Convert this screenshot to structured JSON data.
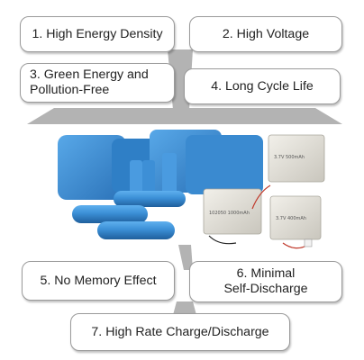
{
  "features": {
    "f1": "1. High Energy Density",
    "f2": "2. High Voltage",
    "f3": {
      "line1": "3. Green Energy and",
      "line2": "Pollution-Free"
    },
    "f4": "4. Long Cycle Life",
    "f5": "5. No Memory Effect",
    "f6": {
      "line1": "6. Minimal",
      "line2": "Self-Discharge"
    },
    "f7": "7. High Rate Charge/Discharge"
  },
  "battery_labels": {
    "pouch_top": "3.7V 500mAh",
    "pouch_mid": "102050 1000mAh",
    "pouch_right": "3.7V 400mAh"
  },
  "colors": {
    "cell_blue": "#3b8fd6",
    "cell_blue_dark": "#2a6fb3",
    "pouch_silver": "#d8d6cf",
    "connector_gray": "#8a8a8a"
  }
}
